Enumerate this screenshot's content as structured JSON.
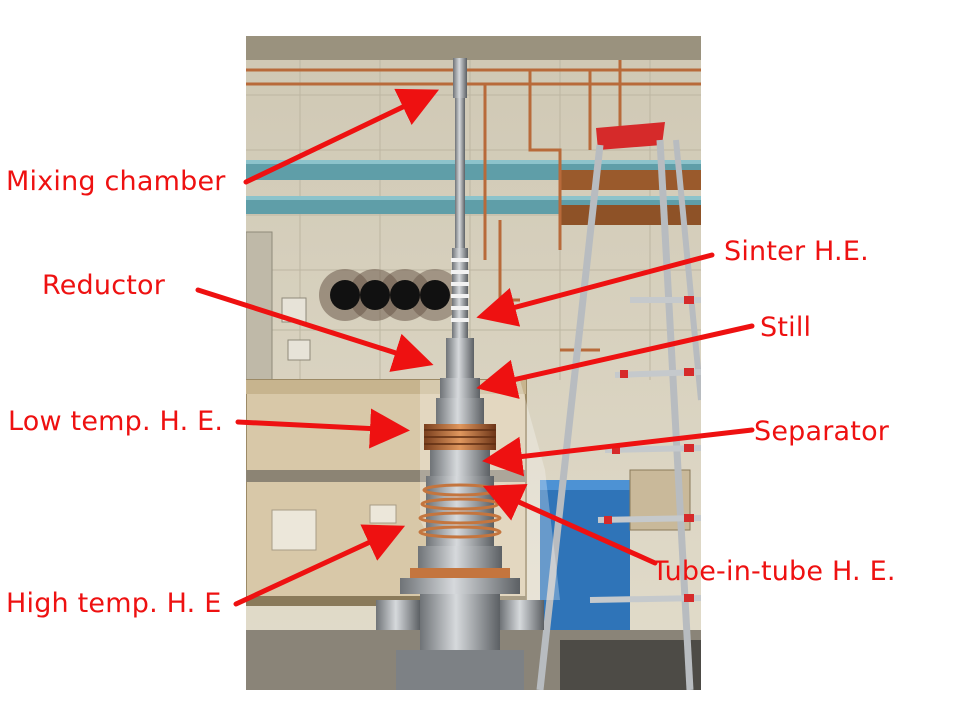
{
  "photo": {
    "subject": "dilution-refrigerator-insert-photo",
    "colors": {
      "wall": "#d9d2bf",
      "pipe_blue": "#5f9ea8",
      "copper": "#b86a3a",
      "steel": "#9a9ea3",
      "crate": "#d8c8a8",
      "drum": "#2f74b8",
      "ladder_red": "#d62a2a"
    }
  },
  "labels": {
    "mixing_chamber": "Mixing chamber",
    "sinter_he": "Sinter H.E.",
    "reductor": "Reductor",
    "still": "Still",
    "low_temp_he": "Low temp. H. E.",
    "separator": "Separator",
    "tube_in_tube_he": "Tube-in-tube H. E.",
    "high_temp_he": "High temp. H. E"
  },
  "annotation_color": "#ee1111"
}
